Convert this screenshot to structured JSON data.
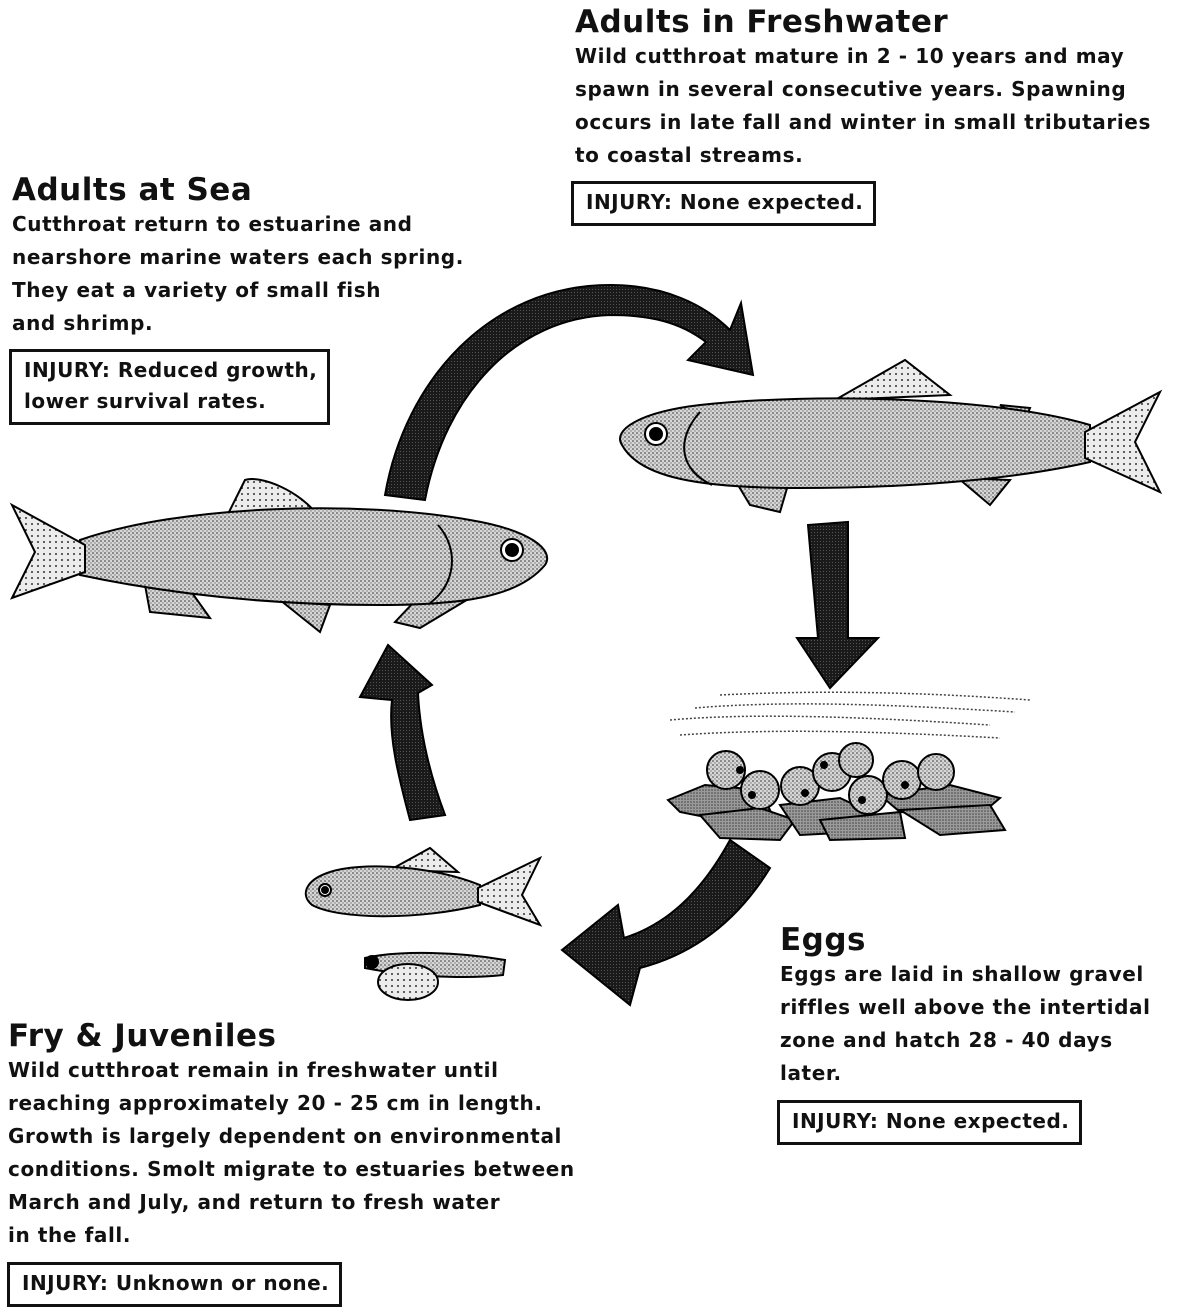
{
  "adults_sea": {
    "title": "Adults at Sea",
    "lines": [
      "Cutthroat return to estuarine and",
      "nearshore marine waters each spring.",
      "They eat a variety of small fish",
      "and shrimp."
    ],
    "injury": [
      "INJURY: Reduced growth,",
      "lower survival rates."
    ]
  },
  "adults_fresh": {
    "title": "Adults in Freshwater",
    "lines": [
      "Wild cutthroat mature in 2 - 10 years and may",
      "spawn in several consecutive years.  Spawning",
      "occurs in late fall and winter in small tributaries",
      "to coastal streams."
    ],
    "injury": [
      "INJURY: None expected."
    ]
  },
  "eggs": {
    "title": "Eggs",
    "lines": [
      "Eggs are laid in shallow gravel",
      "riffles well above the intertidal",
      "zone and hatch 28 - 40 days",
      "later."
    ],
    "injury": [
      "INJURY: None expected."
    ]
  },
  "fry": {
    "title": "Fry & Juveniles",
    "lines": [
      "Wild cutthroat remain in freshwater until",
      "reaching approximately 20 - 25 cm in length.",
      "Growth is largely dependent on environmental",
      "conditions.  Smolt migrate to estuaries between",
      "March and July, and return to fresh water",
      "in the fall."
    ],
    "injury": [
      "INJURY: Unknown or none."
    ]
  }
}
